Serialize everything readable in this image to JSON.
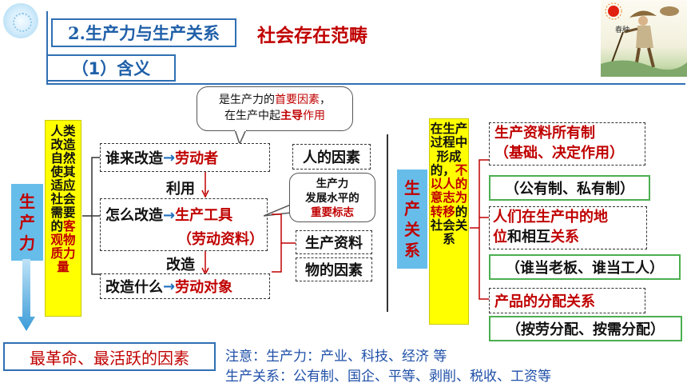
{
  "header": {
    "title": "2.生产力与生产关系",
    "category": "社会存在范畴",
    "subsection": "（1）含义"
  },
  "picture": {
    "caption": "春种"
  },
  "productivity": {
    "label_chars": [
      "生",
      "产",
      "力"
    ],
    "definition_plain": "人类改造自然使其适应社会需要的",
    "definition_red": "客观物质力量",
    "bubble_line1_prefix": "是生产力的",
    "bubble_line1_red": "首要因素",
    "bubble_line1_suffix": "，",
    "bubble_line2_prefix": "在生产中起",
    "bubble_line2_red1": "主导",
    "bubble_line2_red2": "作用",
    "row1_prefix": "谁来改造",
    "row1_value": "劳动者",
    "use_label": "利用",
    "row2_prefix": "怎么改造",
    "row2_value": "生产工具",
    "row2_sub": "（劳动资料）",
    "change_label": "改造",
    "row3_prefix": "改造什么",
    "row3_value": "劳动对象",
    "human_factor": "人的因素",
    "prod_tool_line1": "生产力",
    "prod_tool_line2": "发展水平的",
    "prod_tool_line3": "重要标志",
    "material_line1": "生产资料",
    "material_line2": "物的因素",
    "bottom_label": "最革命、最活跃的因素"
  },
  "relations": {
    "label_chars": [
      "生",
      "产",
      "关",
      "系"
    ],
    "definition_plain1": "在生产过程中形成的，",
    "definition_red": "不以人的意志为转移",
    "definition_plain2": "的社会关系",
    "own_line1": "生产资料所有制",
    "own_line2": "（基础、决定作用）",
    "own_sub": "（公有制、私有制）",
    "status_red1": "人们在生产中的地",
    "status_red2": "位",
    "status_mid": "和相互",
    "status_red3": "关系",
    "status_sub": "（谁当老板、谁当工人）",
    "dist_plain": "产品的",
    "dist_red": "分配关系",
    "dist_sub": "（按劳分配、按需分配）"
  },
  "notes": {
    "line1": "注意：生产力：产业、科技、经济  等",
    "line2": "生产关系：公有制、国企、平等、剥削、税收、工资等"
  },
  "colors": {
    "accent_blue": "#2f6fb3",
    "red": "#c00000",
    "highlight_yellow": "#ffff00",
    "label_blue": "#67bdea",
    "green_border": "#4caf50"
  }
}
